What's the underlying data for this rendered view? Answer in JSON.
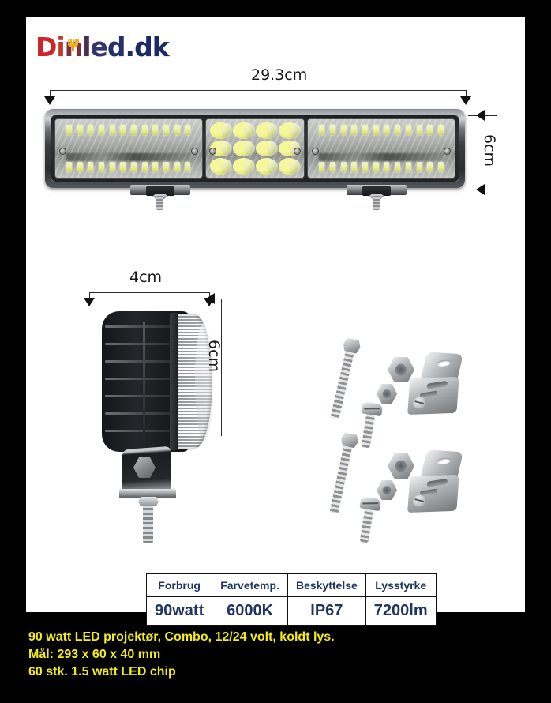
{
  "brand": {
    "name_parts": [
      "D",
      "i",
      "n",
      "l",
      "e",
      "d",
      ".",
      "dk"
    ],
    "full_name": "Dinled.dk",
    "crown_icon": "crown-icon",
    "colors": {
      "red": "#d1232a",
      "navy": "#1b2a66",
      "crown_gold": "#f2b01e"
    }
  },
  "dimensions": {
    "bar_length": "29.3cm",
    "bar_height": "6cm",
    "side_depth": "4cm",
    "side_height": "6cm"
  },
  "product_view": {
    "front_view_name": "led-light-bar-front-view",
    "side_view_name": "led-light-bar-side-view",
    "hardware_kit_name": "mounting-hardware-kit"
  },
  "spec_table": {
    "headers": [
      "Forbrug",
      "Farvetemp.",
      "Beskyttelse",
      "Lysstyrke"
    ],
    "values": [
      "90watt",
      "6000K",
      "IP67",
      "7200lm"
    ],
    "text_color": "#1f3560"
  },
  "footer": {
    "line1": "90 watt LED projektør, Combo, 12/24 volt, koldt lys.",
    "line2": "Mål: 293 x 60 x 40 mm",
    "line3": "60 stk. 1.5 watt LED chip",
    "text_color": "#f2ec18",
    "background_color": "#000000"
  }
}
